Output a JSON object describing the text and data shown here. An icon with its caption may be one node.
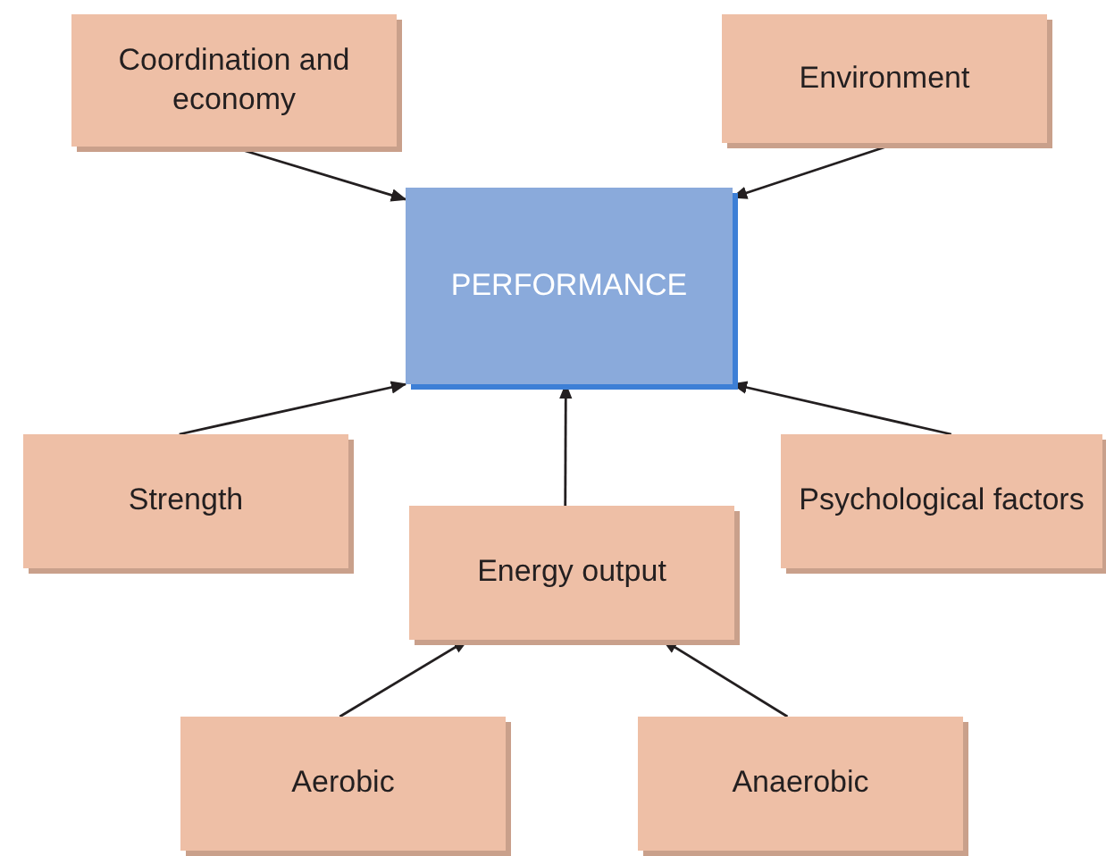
{
  "diagram": {
    "nodes": [
      {
        "text": [
          "Coordination and economy"
        ]
      },
      {
        "text": [
          "Environment"
        ]
      },
      {
        "text": [
          "PERFORMANCE"
        ]
      },
      {
        "text": [
          "Strength"
        ]
      },
      {
        "text": [
          "Psychological factors"
        ]
      },
      {
        "text": [
          "Energy output"
        ]
      },
      {
        "text": [
          "Aerobic"
        ]
      },
      {
        "text": [
          "Anaerobic"
        ]
      }
    ],
    "edges": [
      {
        "from": 0,
        "to": 2,
        "arrow": "to"
      },
      {
        "from": 1,
        "to": 2,
        "arrow": "to"
      },
      {
        "from": 3,
        "to": 2,
        "arrow": "to"
      },
      {
        "from": 4,
        "to": 2,
        "arrow": "to"
      },
      {
        "from": 5,
        "to": 2,
        "arrow": "to"
      },
      {
        "from": 6,
        "to": 5,
        "arrow": "to"
      },
      {
        "from": 7,
        "to": 5,
        "arrow": "to"
      }
    ]
  }
}
